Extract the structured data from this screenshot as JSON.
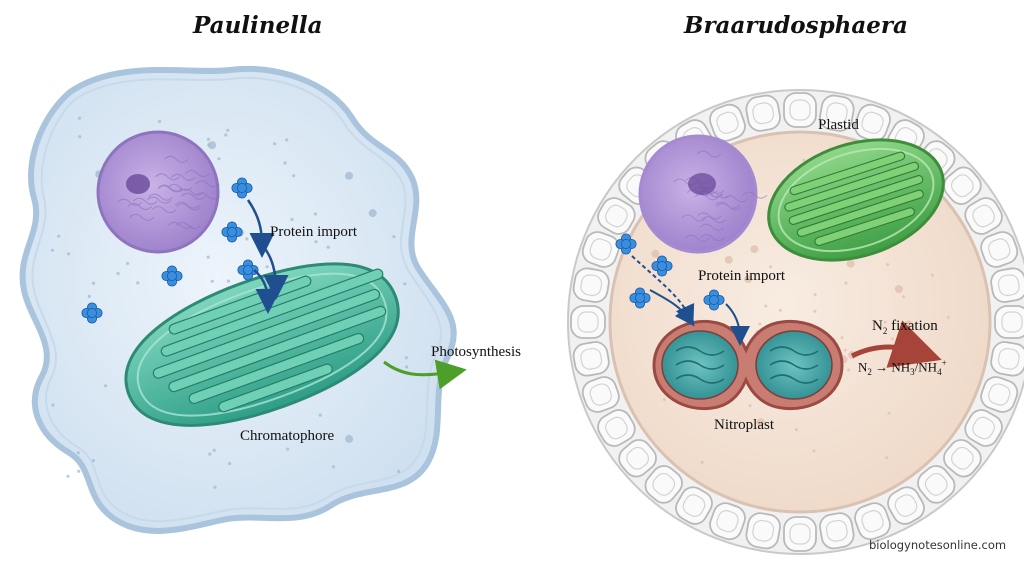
{
  "titles": {
    "left": "Paulinella",
    "right": "Braarudosphaera"
  },
  "labels": {
    "protein_import_left": "Protein import",
    "chromatophore": "Chromatophore",
    "photosynthesis": "Photosynthesis",
    "plastid": "Plastid",
    "protein_import_right": "Protein import",
    "nitroplast": "Nitroplast",
    "n2_fixation": {
      "pre": "N",
      "sub": "2",
      "post": " fixation"
    },
    "reaction": {
      "a": "N",
      "a_sub": "2",
      "arrow": " → ",
      "b": "NH",
      "b_sub": "3",
      "slash": "/",
      "c": "NH",
      "c_sub": "4",
      "c_sup": "+"
    }
  },
  "watermark": "biologynotesonline.com",
  "colors": {
    "paulinella_cytoplasm": "#dbe9f5",
    "paulinella_membrane": "#a9c4dc",
    "nucleus": "#b79ad8",
    "chromatophore": "#4cbfa3",
    "braarudosphaera_cytoplasm": "#f3e2d5",
    "plastid": "#5fbf5a",
    "nitroplast_membrane": "#b5615a",
    "nitroplast_interior": "#4aa8a8",
    "protein": "#3a8ee0",
    "import_arrow": "#1f4f8f",
    "photosynthesis_arrow": "#4e9e2a",
    "fixation_arrow": "#a6443a"
  },
  "icons": [
    "protein-molecule-icon",
    "import-arrow-icon",
    "output-arrow-icon"
  ]
}
